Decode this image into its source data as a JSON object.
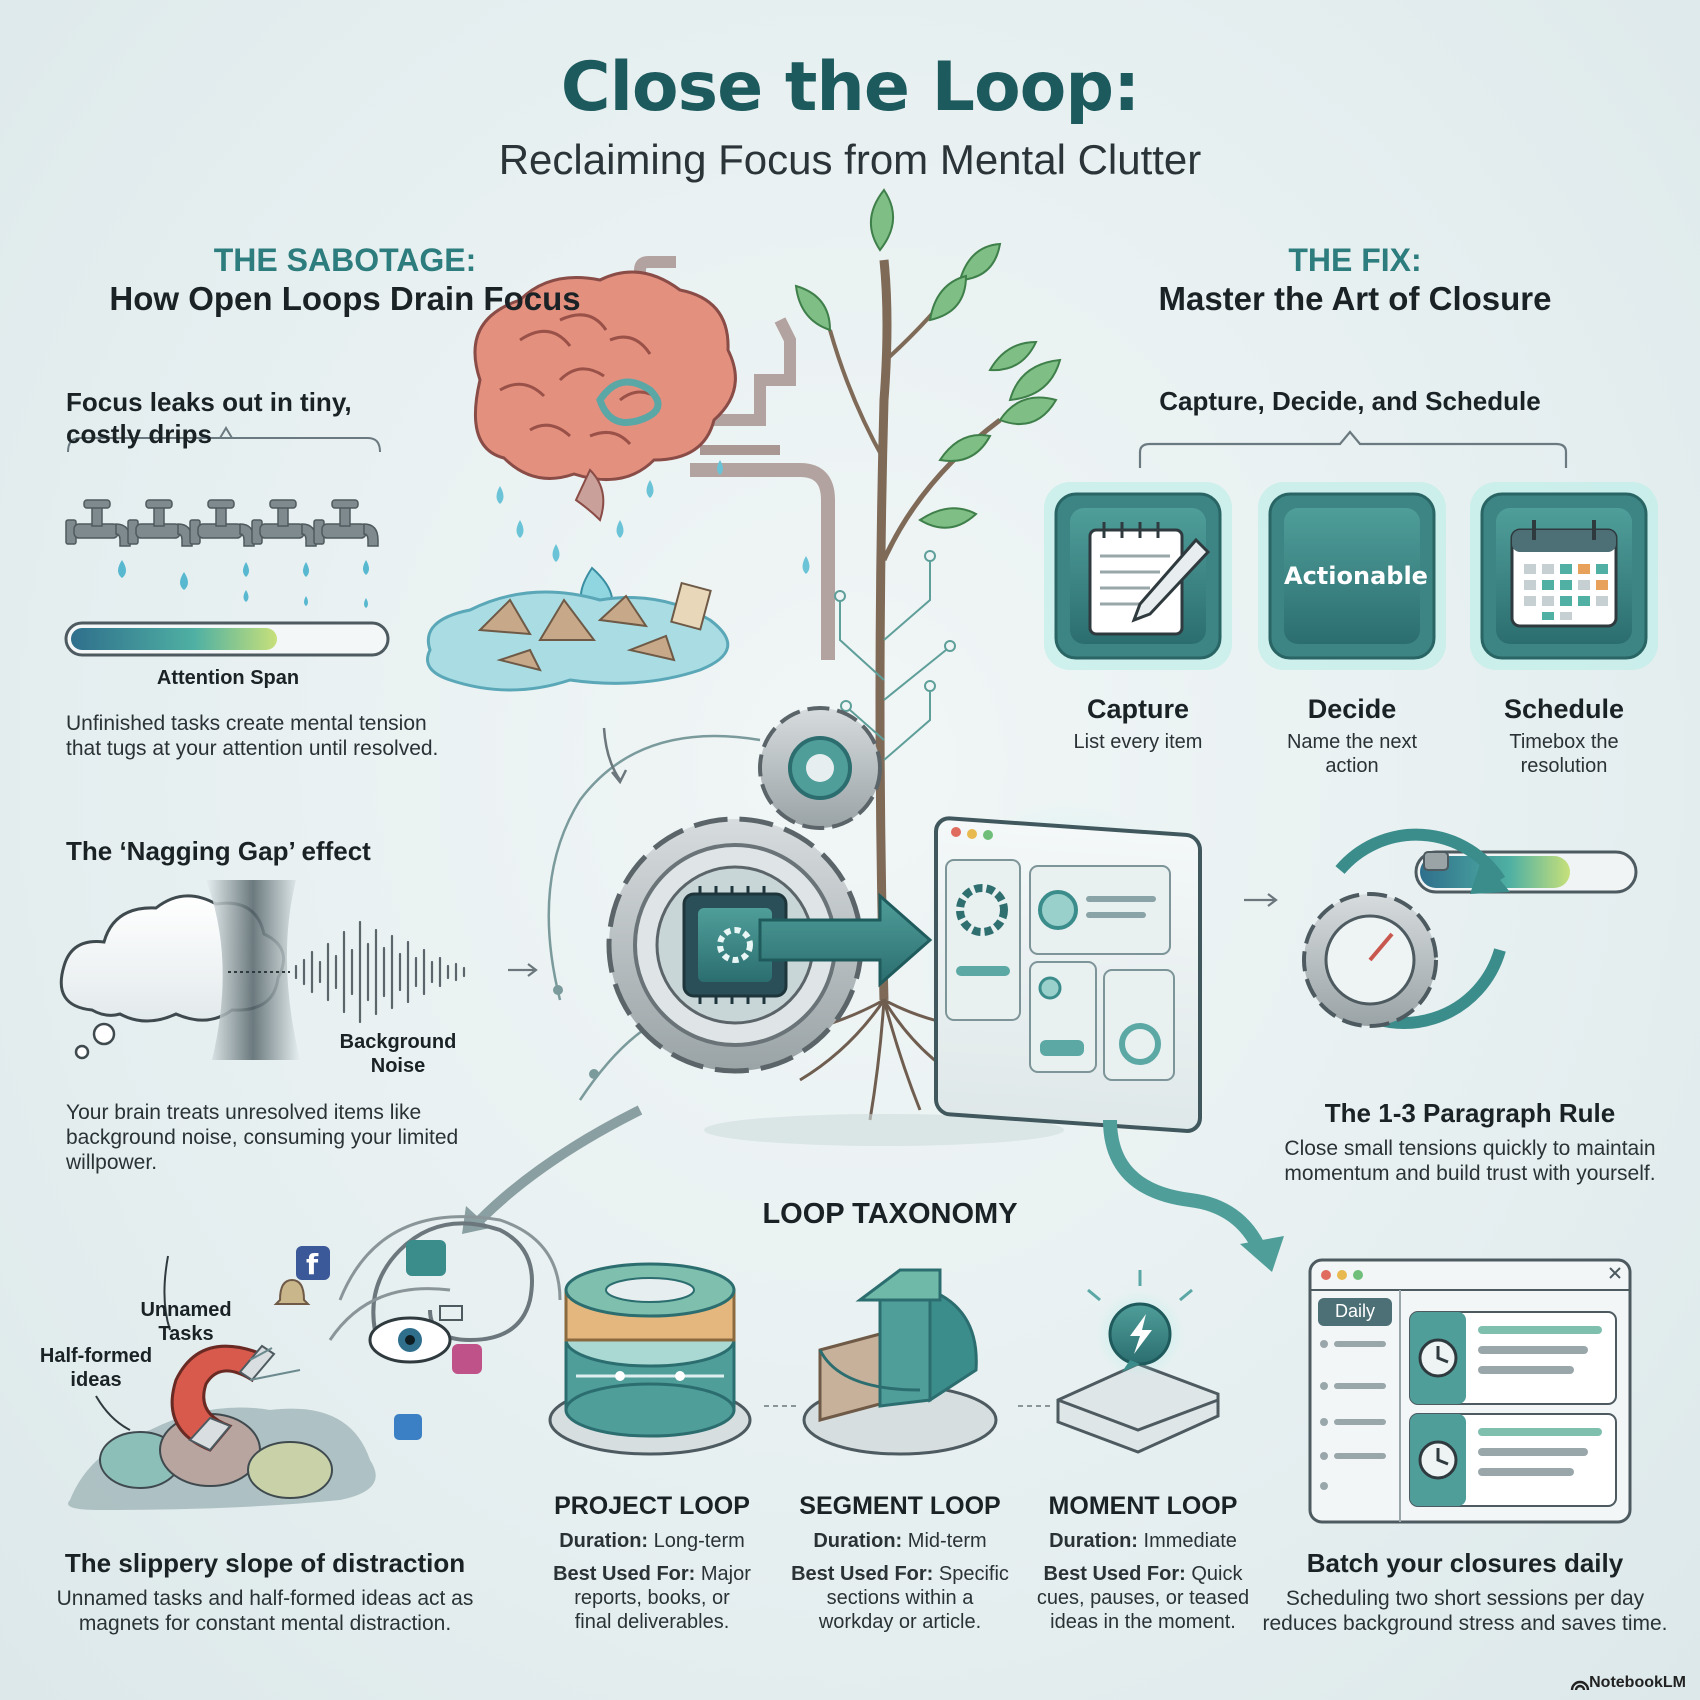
{
  "header": {
    "title": "Close the Loop:",
    "subtitle": "Reclaiming Focus from Mental Clutter"
  },
  "sabotage": {
    "kicker": "THE SABOTAGE:",
    "heading": "How Open Loops Drain Focus",
    "drips": {
      "title_line1": "Focus leaks out in tiny,",
      "title_line2": "costly drips",
      "bar_label": "Attention Span",
      "attention_level": 0.66,
      "body_line1": "Unfinished tasks create mental tension",
      "body_line2": "that tugs at your attention until resolved."
    },
    "gap": {
      "title": "The ‘Nagging Gap’ effect",
      "noise_label_line1": "Background",
      "noise_label_line2": "Noise",
      "body_line1": "Your brain treats unresolved items like",
      "body_line2": "background noise, consuming your limited",
      "body_line3": "willpower."
    },
    "slope": {
      "label_unnamed_line1": "Unnamed",
      "label_unnamed_line2": "Tasks",
      "label_half_line1": "Half-formed",
      "label_half_line2": "ideas",
      "title": "The slippery slope of distraction",
      "body_line1": "Unnamed tasks and half-formed ideas act as",
      "body_line2": "magnets for constant mental distraction."
    }
  },
  "fix": {
    "kicker": "THE FIX:",
    "heading": "Master the Art of Closure",
    "cds_title": "Capture, Decide, and Schedule",
    "steps": [
      {
        "name": "Capture",
        "desc_line1": "List every item",
        "desc_line2": "",
        "icon": "notepad-pencil-icon"
      },
      {
        "name": "Decide",
        "desc_line1": "Name the next",
        "desc_line2": "action",
        "icon": "actionable-icon",
        "icon_label": "Actionable"
      },
      {
        "name": "Schedule",
        "desc_line1": "Timebox the",
        "desc_line2": "resolution",
        "icon": "calendar-icon"
      }
    ],
    "rule": {
      "title": "The 1-3 Paragraph Rule",
      "body_line1": "Close small tensions quickly to maintain",
      "body_line2": "momentum and build trust with yourself."
    },
    "batch": {
      "window_tab": "Daily",
      "title": "Batch your closures daily",
      "body_line1": "Scheduling two short sessions per day",
      "body_line2": "reduces background stress and saves time."
    }
  },
  "taxonomy": {
    "title": "LOOP TAXONOMY",
    "duration_label": "Duration:",
    "best_label": "Best Used For:",
    "loops": [
      {
        "name": "PROJECT LOOP",
        "duration": "Long-term",
        "best_line1": "Major",
        "best_line2": "reports, books, or",
        "best_line3": "final deliverables."
      },
      {
        "name": "SEGMENT LOOP",
        "duration": "Mid-term",
        "best_line1": "Specific",
        "best_line2": "sections within a",
        "best_line3": "workday or article."
      },
      {
        "name": "MOMENT LOOP",
        "duration": "Immediate",
        "best_line1": "Quick",
        "best_line2": "cues, pauses, or teased",
        "best_line3": "ideas in the moment."
      }
    ]
  },
  "footer": {
    "brand": "NotebookLM"
  },
  "colors": {
    "teal_dark": "#1d5a5e",
    "teal": "#3b8d8c",
    "teal_light": "#7cc7c2",
    "water": "#6ac3d6",
    "gear": "#9aa3a6",
    "brain": "#e0897a"
  }
}
